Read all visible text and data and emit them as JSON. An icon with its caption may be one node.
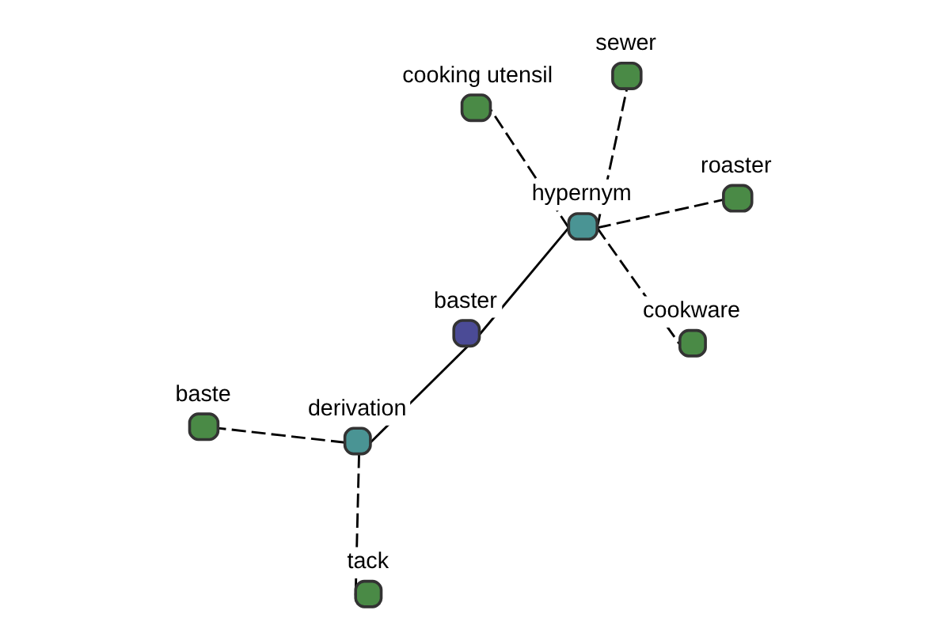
{
  "diagram": {
    "nodes": [
      {
        "text": [
          "baste"
        ]
      },
      {
        "text": [
          "tack"
        ]
      },
      {
        "text": [
          "derivation"
        ]
      },
      {
        "text": [
          "cooking utensil"
        ]
      },
      {
        "text": [
          "sewer"
        ]
      },
      {
        "text": [
          "baster"
        ]
      },
      {
        "text": [
          "hypernym"
        ]
      },
      {
        "text": [
          "roaster"
        ]
      },
      {
        "text": [
          "cookware"
        ]
      }
    ],
    "edges": [
      {
        "from": 5,
        "to": 2,
        "arrow": "none"
      },
      {
        "from": 5,
        "to": 6,
        "arrow": "none"
      },
      {
        "from": 2,
        "to": 0,
        "arrow": "none",
        "style": "dashed"
      },
      {
        "from": 2,
        "to": 1,
        "arrow": "none",
        "style": "dashed"
      },
      {
        "from": 6,
        "to": 3,
        "arrow": "none",
        "style": "dashed"
      },
      {
        "from": 6,
        "to": 4,
        "arrow": "none",
        "style": "dashed"
      },
      {
        "from": 6,
        "to": 7,
        "arrow": "none",
        "style": "dashed"
      },
      {
        "from": 6,
        "to": 8,
        "arrow": "none",
        "style": "dashed"
      }
    ]
  }
}
